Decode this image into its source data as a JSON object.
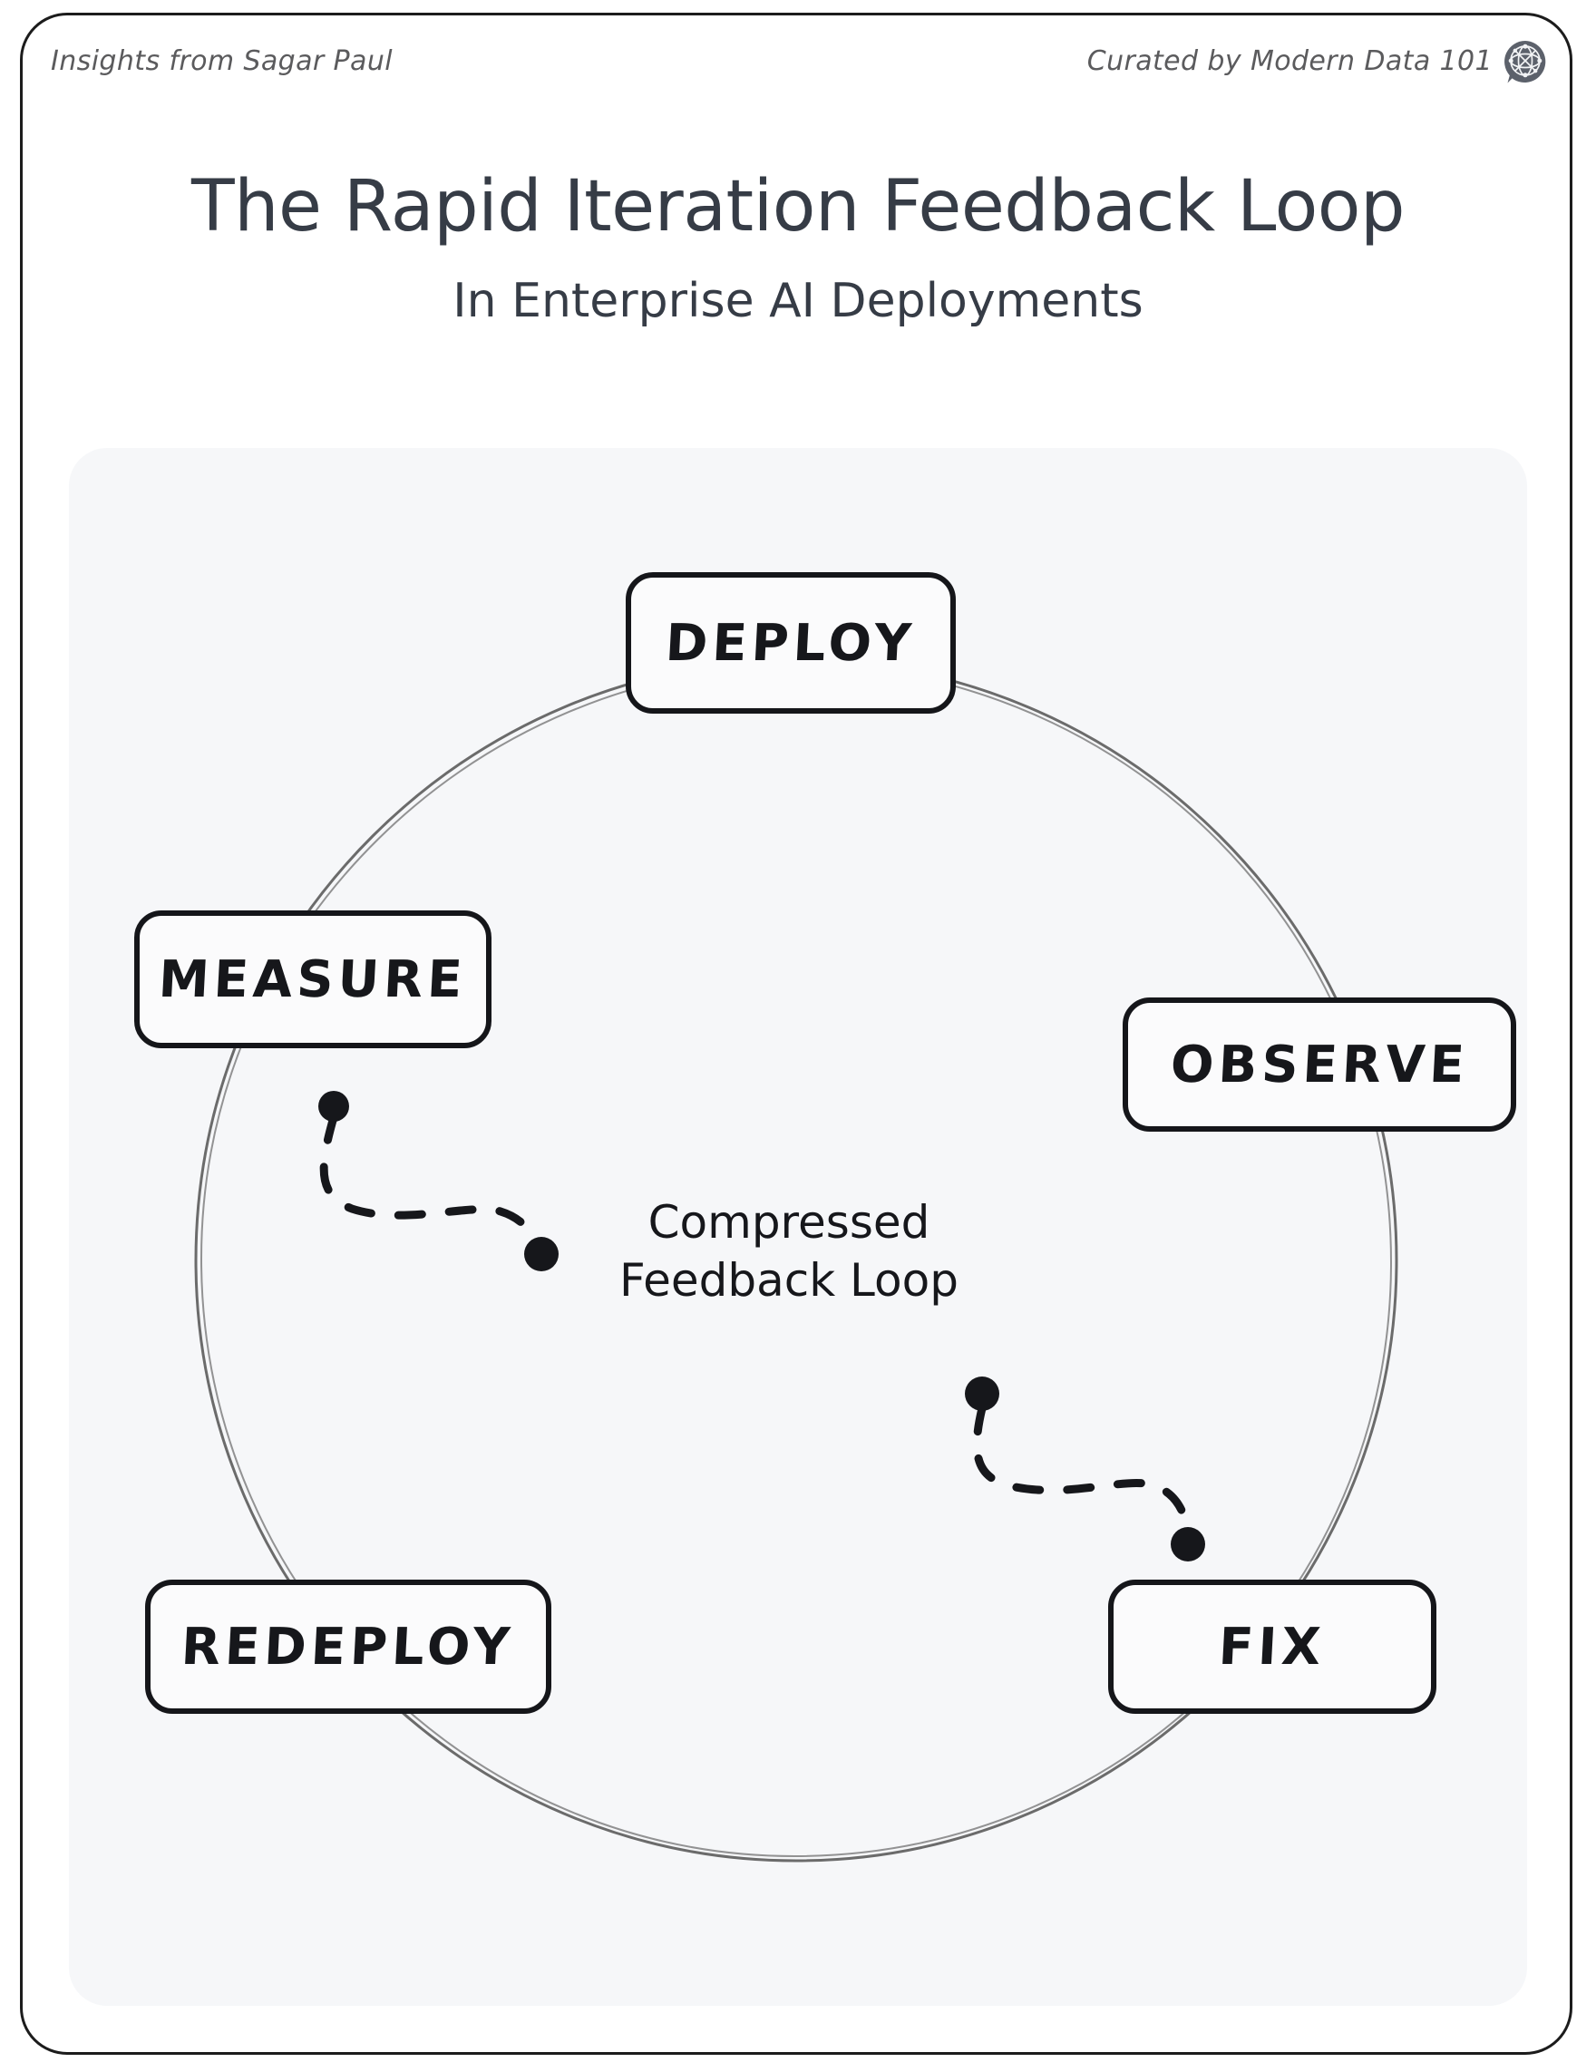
{
  "header": {
    "byline": "Insights from Sagar Paul",
    "curator": "Curated by Modern Data 101",
    "logo_icon": "network-bubble-logo-icon"
  },
  "title": {
    "main": "The Rapid Iteration Feedback Loop",
    "subtitle": "In Enterprise AI Deployments"
  },
  "diagram": {
    "type": "cycle",
    "center_caption": "Compressed\nFeedback Loop",
    "nodes": [
      {
        "id": "deploy",
        "label": "DEPLOY"
      },
      {
        "id": "observe",
        "label": "OBSERVE"
      },
      {
        "id": "fix",
        "label": "FIX"
      },
      {
        "id": "redeploy",
        "label": "REDEPLOY"
      },
      {
        "id": "measure",
        "label": "MEASURE"
      }
    ],
    "cycle_order": [
      "DEPLOY",
      "OBSERVE",
      "FIX",
      "REDEPLOY",
      "MEASURE"
    ],
    "feedback_paths": [
      {
        "from": "MEASURE",
        "to": "center",
        "style": "dashed"
      },
      {
        "from": "center",
        "to": "FIX",
        "style": "dashed"
      }
    ]
  },
  "colors": {
    "page_background": "#ffffff",
    "frame_border": "#1c1c1c",
    "card_background": "#f6f7f9",
    "title_text": "#363c46",
    "header_text": "#5b5b5d",
    "node_border": "#15161a",
    "node_fill": "#fbfbfc",
    "node_text": "#16171b",
    "circle_stroke": "#6b6b6b",
    "dashed_stroke": "#16171b",
    "logo_fill": "#5c616b"
  }
}
